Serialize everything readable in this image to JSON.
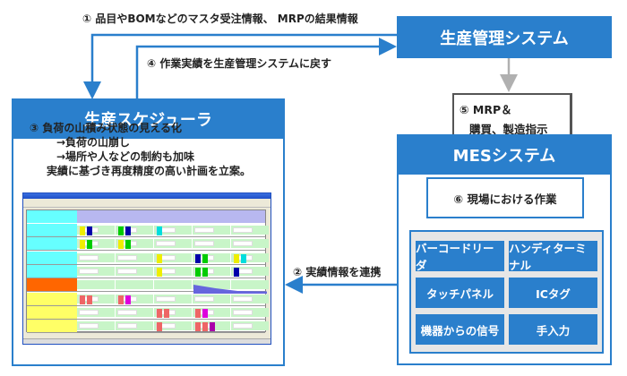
{
  "arrows": {
    "step1": "① 品目やBOMなどのマスタ受注情報、 MRPの結果情報",
    "step4": "④ 作業実績を生産管理システムに戻す",
    "step2": "② 実績情報を連携"
  },
  "scheduler": {
    "title": "生産スケジューラ",
    "lines": [
      "③ 負荷の山積み状態の見える化",
      "→負荷の山崩し",
      "→場所や人などの制約も加味",
      "実績に基づき再度精度の高い計画を立案。"
    ]
  },
  "production_system": {
    "title": "生産管理システム"
  },
  "mrp_note": {
    "line1": "⑤ MRP＆",
    "line2": "購買、製造指示"
  },
  "mes": {
    "title": "MESシステム",
    "work": "⑥ 現場における作業",
    "devices": [
      "バーコードリーダ",
      "ハンディターミナル",
      "タッチパネル",
      "ICタグ",
      "機器からの信号",
      "手入力"
    ]
  },
  "colors": {
    "accent": "#2a7fcc",
    "panel": "#e6e6e6",
    "gray_arrow": "#b0b0b0"
  }
}
